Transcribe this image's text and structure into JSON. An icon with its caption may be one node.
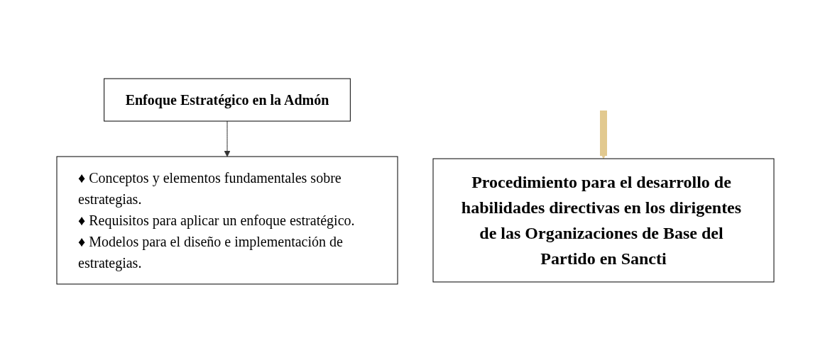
{
  "diagram": {
    "nodes": [
      {
        "text": [
          "Enfoque Estratégico en la Admón"
        ]
      },
      {
        "text": [
          "♦ Conceptos y elementos fundamentales sobre estrategias.",
          "♦ Requisitos para aplicar un enfoque estratégico.",
          "♦ Modelos para el diseño e implementación de estrategias."
        ]
      },
      {
        "text": [
          "Procedimiento para el desarrollo de habilidades directivas en los dirigentes de las Organizaciones de Base del Partido en Sancti"
        ]
      }
    ],
    "edges": [
      {
        "from": 0,
        "to": 1,
        "arrow": "to"
      },
      {
        "from": null,
        "to": 2,
        "arrow": "to",
        "style": "thick",
        "color": "#e2c98f"
      }
    ]
  }
}
